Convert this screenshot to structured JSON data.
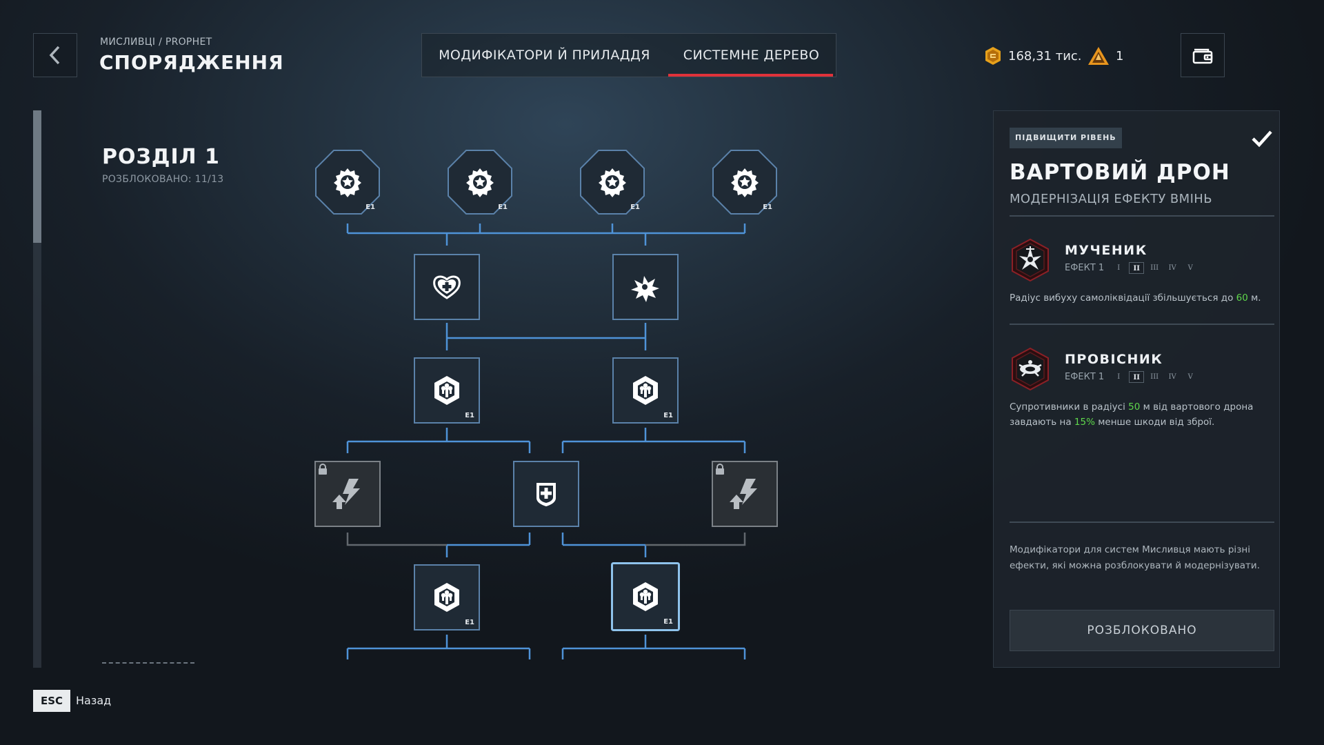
{
  "header": {
    "breadcrumb": "МИСЛИВЦІ / PROPHET",
    "title": "СПОРЯДЖЕННЯ",
    "tabs": [
      {
        "label": "МОДИФІКАТОРИ Й ПРИЛАДДЯ",
        "active": false
      },
      {
        "label": "СИСТЕМНЕ ДЕРЕВО",
        "active": true
      }
    ],
    "currency": {
      "amount": "168,31 тис.",
      "tokens": "1"
    },
    "icons": {
      "back": "chevron-left-icon",
      "wallet": "wallet-icon"
    }
  },
  "section": {
    "title": "РОЗДІЛ 1",
    "unlocked": "РОЗБЛОКОВАНО: 11/13"
  },
  "tree": {
    "tier_label": "E1",
    "nodes": [
      {
        "id": "r1-1",
        "shape": "octagon",
        "icon": "gear-star-icon",
        "tier": "E1",
        "locked": false
      },
      {
        "id": "r1-2",
        "shape": "octagon",
        "icon": "gear-star-icon",
        "tier": "E1",
        "locked": false
      },
      {
        "id": "r1-3",
        "shape": "octagon",
        "icon": "gear-star-icon",
        "tier": "E1",
        "locked": false
      },
      {
        "id": "r1-4",
        "shape": "octagon",
        "icon": "gear-star-icon",
        "tier": "E1",
        "locked": false
      },
      {
        "id": "r2-1",
        "shape": "square",
        "icon": "heart-plus-icon",
        "tier": "",
        "locked": false
      },
      {
        "id": "r2-2",
        "shape": "square",
        "icon": "explosion-icon",
        "tier": "",
        "locked": false
      },
      {
        "id": "r3-1",
        "shape": "square",
        "icon": "gear-wrench-icon",
        "tier": "E1",
        "locked": false
      },
      {
        "id": "r3-2",
        "shape": "square",
        "icon": "gear-wrench-icon",
        "tier": "E1",
        "locked": false
      },
      {
        "id": "r4-1",
        "shape": "square",
        "icon": "lightning-upgrade-icon",
        "tier": "",
        "locked": true
      },
      {
        "id": "r4-2",
        "shape": "square",
        "icon": "shield-plus-icon",
        "tier": "",
        "locked": false
      },
      {
        "id": "r4-3",
        "shape": "square",
        "icon": "lightning-upgrade-icon",
        "tier": "",
        "locked": true
      },
      {
        "id": "r5-1",
        "shape": "square",
        "icon": "gear-wrench-icon",
        "tier": "E1",
        "locked": false
      },
      {
        "id": "r5-2",
        "shape": "square",
        "icon": "gear-wrench-icon",
        "tier": "E1",
        "locked": false,
        "selected": true
      }
    ]
  },
  "panel": {
    "tag": "ПІДВИЩИТИ РІВЕНЬ",
    "title": "ВАРТОВИЙ ДРОН",
    "subtitle": "МОДЕРНІЗАЦІЯ ЕФЕКТУ ВМІНЬ",
    "effects": [
      {
        "name": "МУЧЕНИК",
        "effect_label": "ЕФЕКТ 1",
        "levels": [
          "I",
          "II",
          "III",
          "IV",
          "V"
        ],
        "active_level": "II",
        "desc_before": "Радіус вибуху самоліквідації збільшується до ",
        "desc_value1": "60",
        "desc_middle": " м.",
        "desc_value2": "",
        "desc_after": "",
        "icon": "martyr-emblem-icon"
      },
      {
        "name": "ПРОВІСНИК",
        "effect_label": "ЕФЕКТ 1",
        "levels": [
          "I",
          "II",
          "III",
          "IV",
          "V"
        ],
        "active_level": "II",
        "desc_before": "Супротивники в радіусі ",
        "desc_value1": "50",
        "desc_middle": " м від вартового дрона завдають на ",
        "desc_value2": "15%",
        "desc_after": " менше шкоди від зброї.",
        "icon": "herald-emblem-icon"
      }
    ],
    "footnote": "Модифікатори для систем Мисливця мають різні ефекти, які можна розблокувати й модернізувати.",
    "button": "РОЗБЛОКОВАНО"
  },
  "footer": {
    "key": "ESC",
    "label": "Назад"
  },
  "colors": {
    "accent_red": "#e0323a",
    "line_blue": "#4f93d8",
    "highlight_green": "#5fd84c",
    "node_border": "#5b7fa3"
  }
}
